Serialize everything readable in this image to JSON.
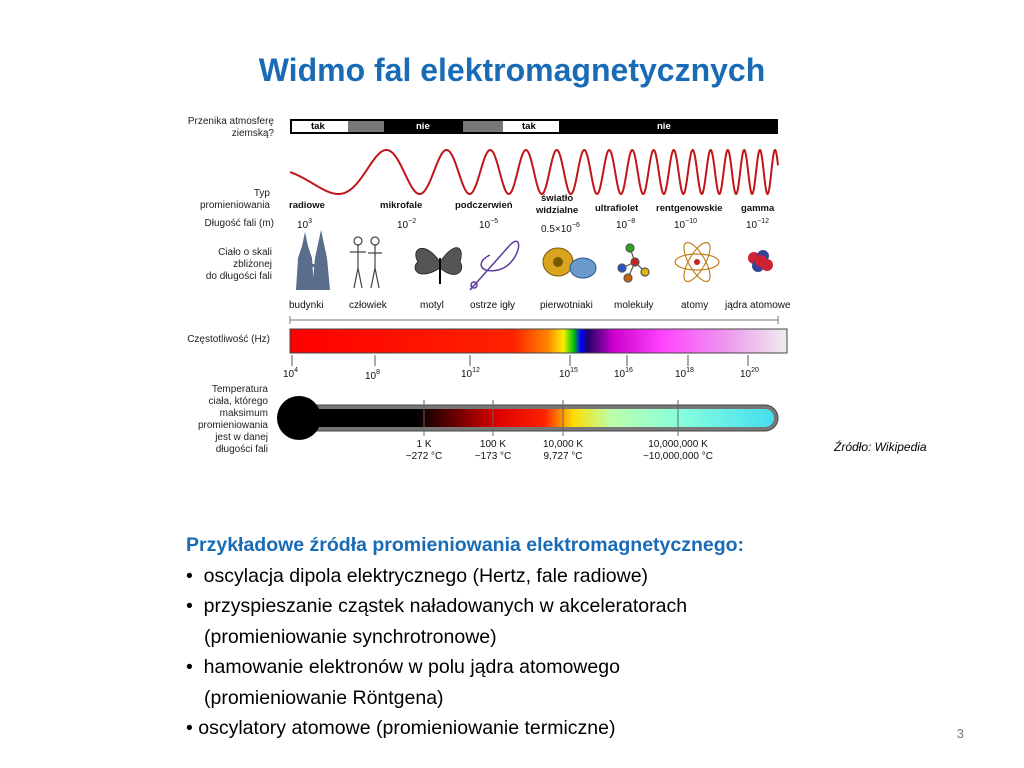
{
  "slide": {
    "title": "Widmo fal elektromagnetycznych",
    "source": "Źródło: Wikipedia",
    "page_number": "3"
  },
  "diagram": {
    "atmosphere_label": [
      "Przenika atmosferę",
      "ziemską?"
    ],
    "atmosphere_segments": [
      "tak",
      "nie",
      "tak",
      "nie"
    ],
    "type_label": [
      "Typ",
      "promieniowania"
    ],
    "wavelength_label": "Długość fali (m)",
    "scale_label": [
      "Ciało o skali",
      "zbliżonej",
      "do długości fali"
    ],
    "frequency_label": "Częstotliwość (Hz)",
    "temperature_label": [
      "Temperatura",
      "ciała, którego",
      "maksimum",
      "promieniowania",
      "jest w danej",
      "długości fali"
    ],
    "categories": [
      {
        "name": "radiowe",
        "wl_base": "10",
        "wl_exp": "3"
      },
      {
        "name": "mikrofale",
        "wl_base": "10",
        "wl_exp": "−2"
      },
      {
        "name": "podczerwień",
        "wl_base": "10",
        "wl_exp": "−5"
      },
      {
        "name": [
          "światło",
          "widzialne"
        ],
        "wl_base": "0.5×10",
        "wl_exp": "−6"
      },
      {
        "name": "ultrafiolet",
        "wl_base": "10",
        "wl_exp": "−8"
      },
      {
        "name": "rentgenowskie",
        "wl_base": "10",
        "wl_exp": "−10"
      },
      {
        "name": "gamma",
        "wl_base": "10",
        "wl_exp": "−12"
      }
    ],
    "objects": [
      "budynki",
      "człowiek",
      "motyl",
      "ostrze igły",
      "pierwotniaki",
      "molekuły",
      "atomy",
      "jądra atomowe"
    ],
    "frequencies": [
      {
        "base": "10",
        "exp": "4"
      },
      {
        "base": "10",
        "exp": "8"
      },
      {
        "base": "10",
        "exp": "12"
      },
      {
        "base": "10",
        "exp": "15"
      },
      {
        "base": "10",
        "exp": "16"
      },
      {
        "base": "10",
        "exp": "18"
      },
      {
        "base": "10",
        "exp": "20"
      }
    ],
    "temperatures": [
      {
        "k": "1 K",
        "c": "−272 °C"
      },
      {
        "k": "100 K",
        "c": "−173 °C"
      },
      {
        "k": "10,000 K",
        "c": "9,727 °C"
      },
      {
        "k": "10,000,000 K",
        "c": "~10,000,000 °C"
      }
    ],
    "colors": {
      "title": "#1a6bb5",
      "wave": "#c0151a",
      "bar_dark": "#000000",
      "bar_gray": "#777777"
    }
  },
  "examples": {
    "heading": "Przykładowe źródła promieniowania elektromagnetycznego:",
    "items": [
      {
        "bullet": "•",
        "text": "oscylacja dipola elektrycznego (Hertz, fale radiowe)"
      },
      {
        "bullet": "•",
        "text": "przyspieszanie cząstek naładowanych w akceleratorach"
      },
      {
        "bullet": "",
        "text": "(promieniowanie synchrotronowe)"
      },
      {
        "bullet": "•",
        "text": "hamowanie elektronów w polu jądra atomowego"
      },
      {
        "bullet": "",
        "text": "(promieniowanie Röntgena)"
      },
      {
        "bullet": "•",
        "text": "oscylatory atomowe (promieniowanie termiczne)"
      }
    ]
  }
}
